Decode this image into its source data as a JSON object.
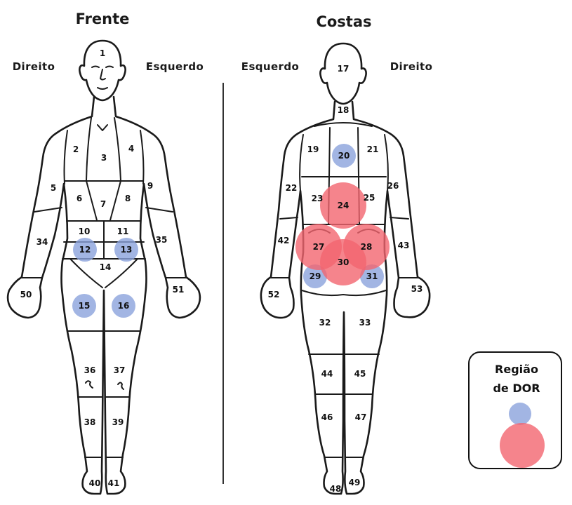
{
  "front": {
    "title": "Frente",
    "side_left": "Direito",
    "side_right": "Esquerdo",
    "regions": [
      "1",
      "2",
      "3",
      "4",
      "5",
      "6",
      "7",
      "8",
      "9",
      "34",
      "10",
      "11",
      "35",
      "12",
      "13",
      "14",
      "50",
      "51",
      "15",
      "16",
      "36",
      "37",
      "38",
      "39",
      "40",
      "41"
    ]
  },
  "back": {
    "title": "Costas",
    "side_left": "Esquerdo",
    "side_right": "Direito",
    "regions": [
      "17",
      "18",
      "19",
      "20",
      "21",
      "22",
      "23",
      "24",
      "25",
      "26",
      "42",
      "27",
      "28",
      "30",
      "43",
      "29",
      "31",
      "52",
      "53",
      "32",
      "33",
      "44",
      "45",
      "46",
      "47",
      "48",
      "49"
    ]
  },
  "pain_marks": [
    {
      "intensity": 1,
      "color": "#8ba3dc",
      "regions": [
        12,
        13,
        15,
        16,
        20,
        29,
        31
      ]
    },
    {
      "intensity": 2,
      "color": "#f2656f",
      "regions": [
        24,
        27,
        28,
        30
      ]
    }
  ],
  "legend": {
    "title_lines": [
      "Região",
      "de DOR"
    ]
  }
}
